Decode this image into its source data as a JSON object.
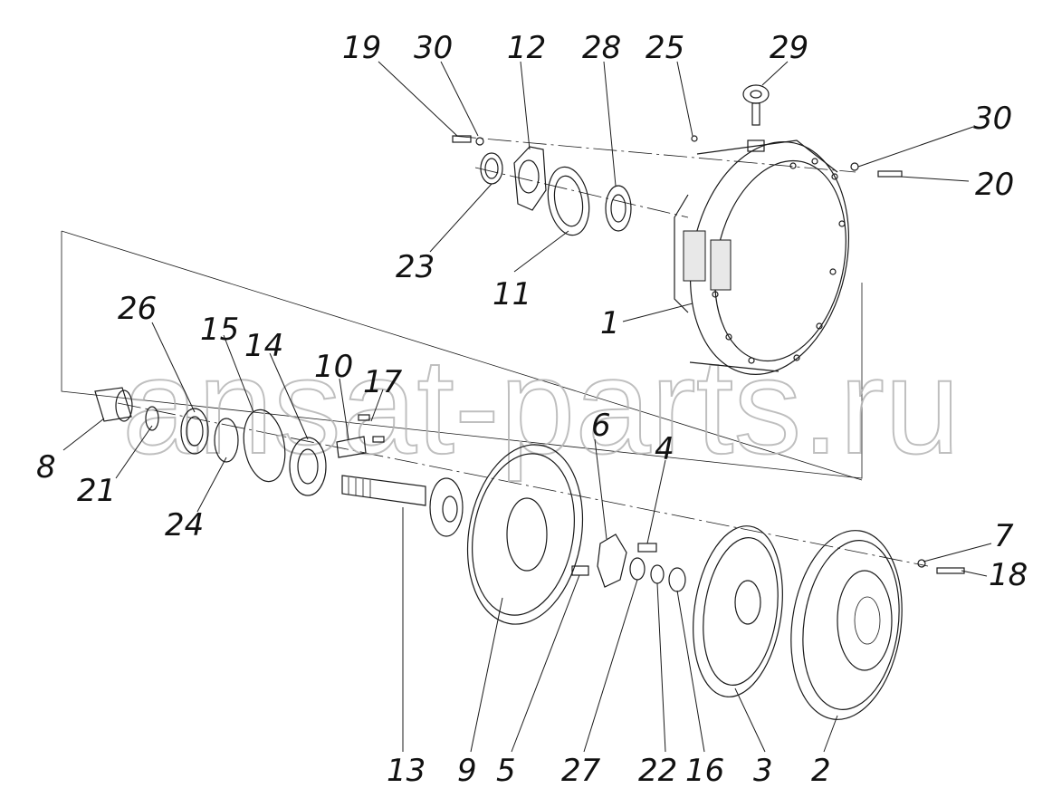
{
  "diagram": {
    "watermark": "ansat-parts.ru",
    "callouts": {
      "c19": "19",
      "c30a": "30",
      "c12": "12",
      "c28": "28",
      "c25": "25",
      "c29": "29",
      "c30b": "30",
      "c20": "20",
      "c23": "23",
      "c11": "11",
      "c1": "1",
      "c26": "26",
      "c15": "15",
      "c14": "14",
      "c10": "10",
      "c17": "17",
      "c6": "6",
      "c4": "4",
      "c8": "8",
      "c21": "21",
      "c24": "24",
      "c7": "7",
      "c18": "18",
      "c13": "13",
      "c9": "9",
      "c5": "5",
      "c27": "27",
      "c22": "22",
      "c16": "16",
      "c3": "3",
      "c2": "2"
    }
  }
}
